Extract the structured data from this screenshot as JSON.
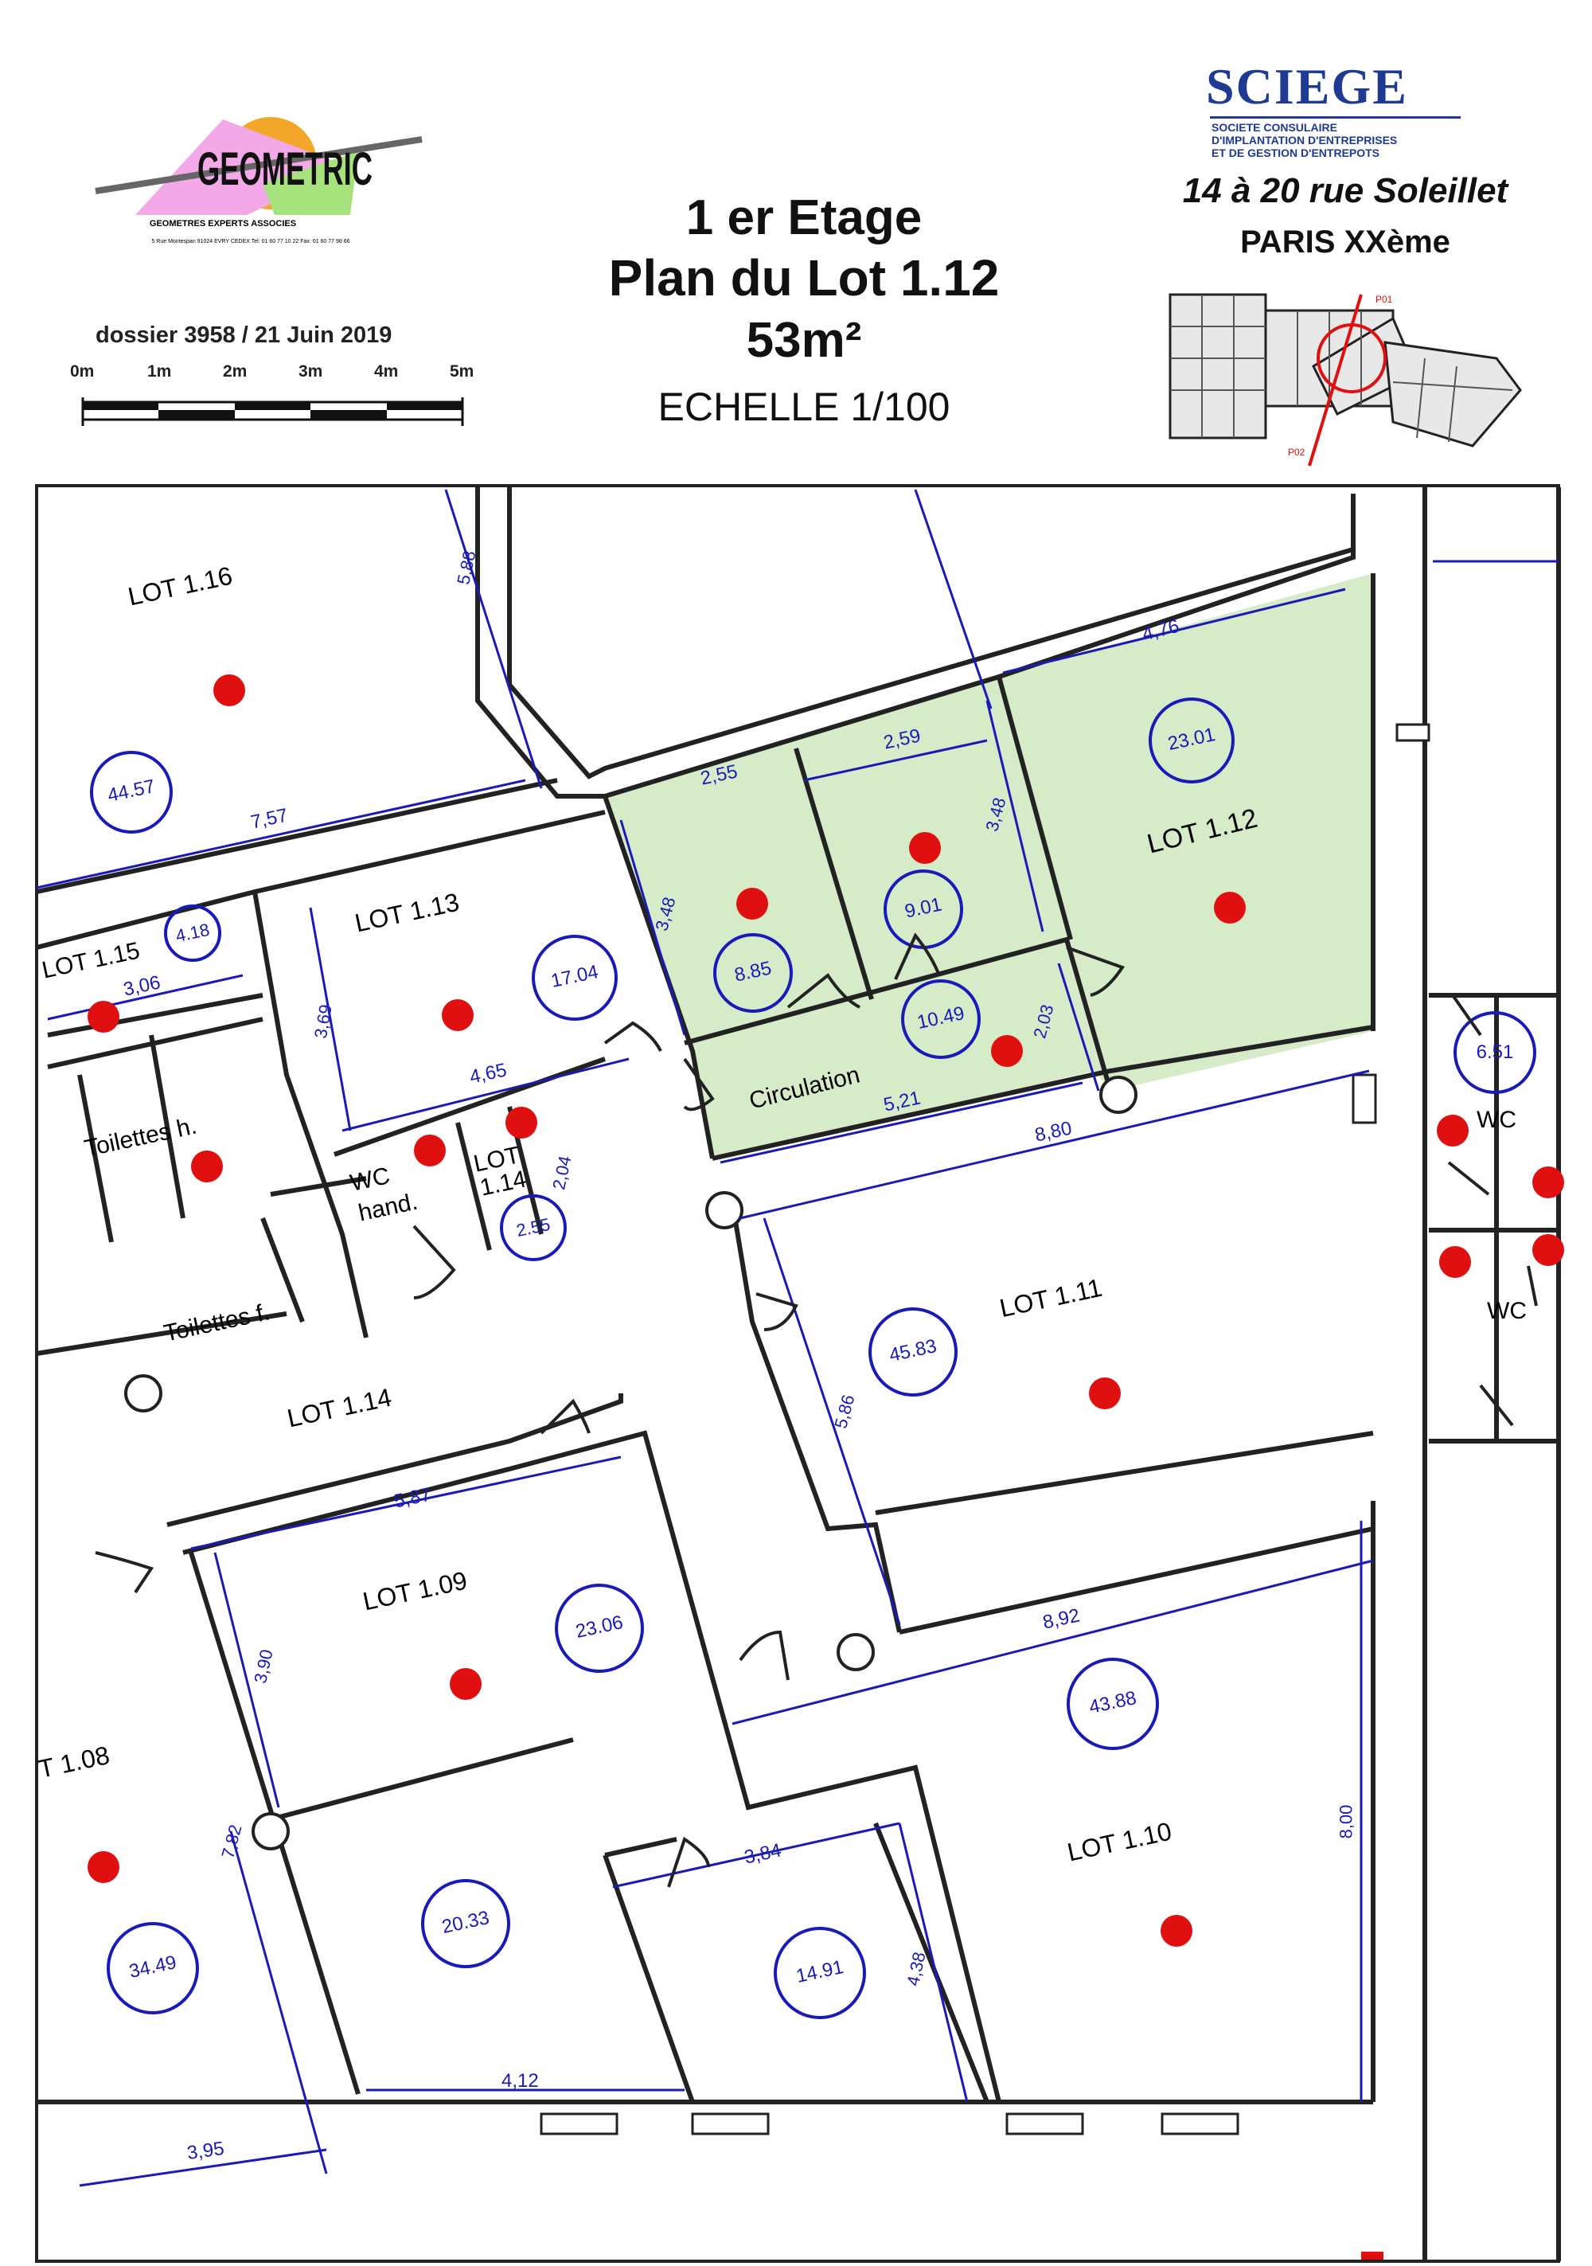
{
  "header": {
    "floor": "1 er Etage",
    "plan_title": "Plan du Lot 1.12",
    "area": "53m²",
    "scale": "ECHELLE 1/100"
  },
  "geometric": {
    "logo_text": "GEOMETRIC",
    "subtitle": "GEOMETRES EXPERTS ASSOCIES",
    "address": "5 Rue Montespan 91024 EVRY CEDEX  Tel: 01 60 77 10 22 Fax: 01 60 77 98 66"
  },
  "dossier": "dossier 3958 / 21 Juin 2019",
  "scale_bar": {
    "labels": [
      "0m",
      "1m",
      "2m",
      "3m",
      "4m",
      "5m"
    ]
  },
  "sciege": {
    "name": "SCIEGE",
    "line1": "SOCIETE CONSULAIRE",
    "line2": "D'IMPLANTATION D'ENTREPRISES",
    "line3": "ET DE GESTION D'ENTREPOTS"
  },
  "address": {
    "street": "14 à 20  rue Soleillet",
    "city": "PARIS XXème"
  },
  "keymap": {
    "label_a": "P01",
    "label_b": "P02"
  },
  "rooms": {
    "lot_116": "LOT 1.16",
    "lot_113": "LOT 1.13",
    "lot_115": "LOT 1.15",
    "lot_112": "LOT 1.12",
    "lot_111": "LOT 1.11",
    "lot_114": "LOT 1.14",
    "lot_114b_a": "LOT",
    "lot_114b_b": "1.14",
    "lot_109": "LOT 1.09",
    "lot_110": "LOT 1.10",
    "lot_108": "T 1.08",
    "toilettes_h": "Toilettes h.",
    "toilettes_f": "Toilettes f.",
    "wc_hand_a": "WC",
    "wc_hand_b": "hand.",
    "circulation": "Circulation",
    "wc_right_1": "WC",
    "wc_right_2": "WC"
  },
  "areas": {
    "a_4457": "44.57",
    "a_418": "4.18",
    "a_1704": "17.04",
    "a_885": "8.85",
    "a_901": "9.01",
    "a_2301": "23.01",
    "a_1049": "10.49",
    "a_255": "2.55",
    "a_651": "6.51",
    "a_4583": "45.83",
    "a_2306": "23.06",
    "a_4388": "43.88",
    "a_3449": "34.49",
    "a_2033": "20.33",
    "a_1491": "14.91"
  },
  "dimensions": {
    "d_588": "5,88",
    "d_757": "7,57",
    "d_306": "3,06",
    "d_369": "3,69",
    "d_465": "4,65",
    "d_255": "2,55",
    "d_348a": "3,48",
    "d_259": "2,59",
    "d_348b": "3,48",
    "d_476": "4,76",
    "d_203": "2,03",
    "d_521": "5,21",
    "d_880": "8,80",
    "d_204": "2,04",
    "d_586": "5,86",
    "d_587": "5,87",
    "d_390": "3,90",
    "d_892": "8,92",
    "d_800": "8,00",
    "d_782": "7,82",
    "d_384": "3,84",
    "d_438": "4,38",
    "d_412": "4,12",
    "d_395": "3,95"
  },
  "colors": {
    "highlight": "#d6ebc8",
    "dimension_blue": "#1a1ab8",
    "marker_red": "#e01010",
    "wall": "#222222",
    "brand_blue": "#1f3a93"
  }
}
